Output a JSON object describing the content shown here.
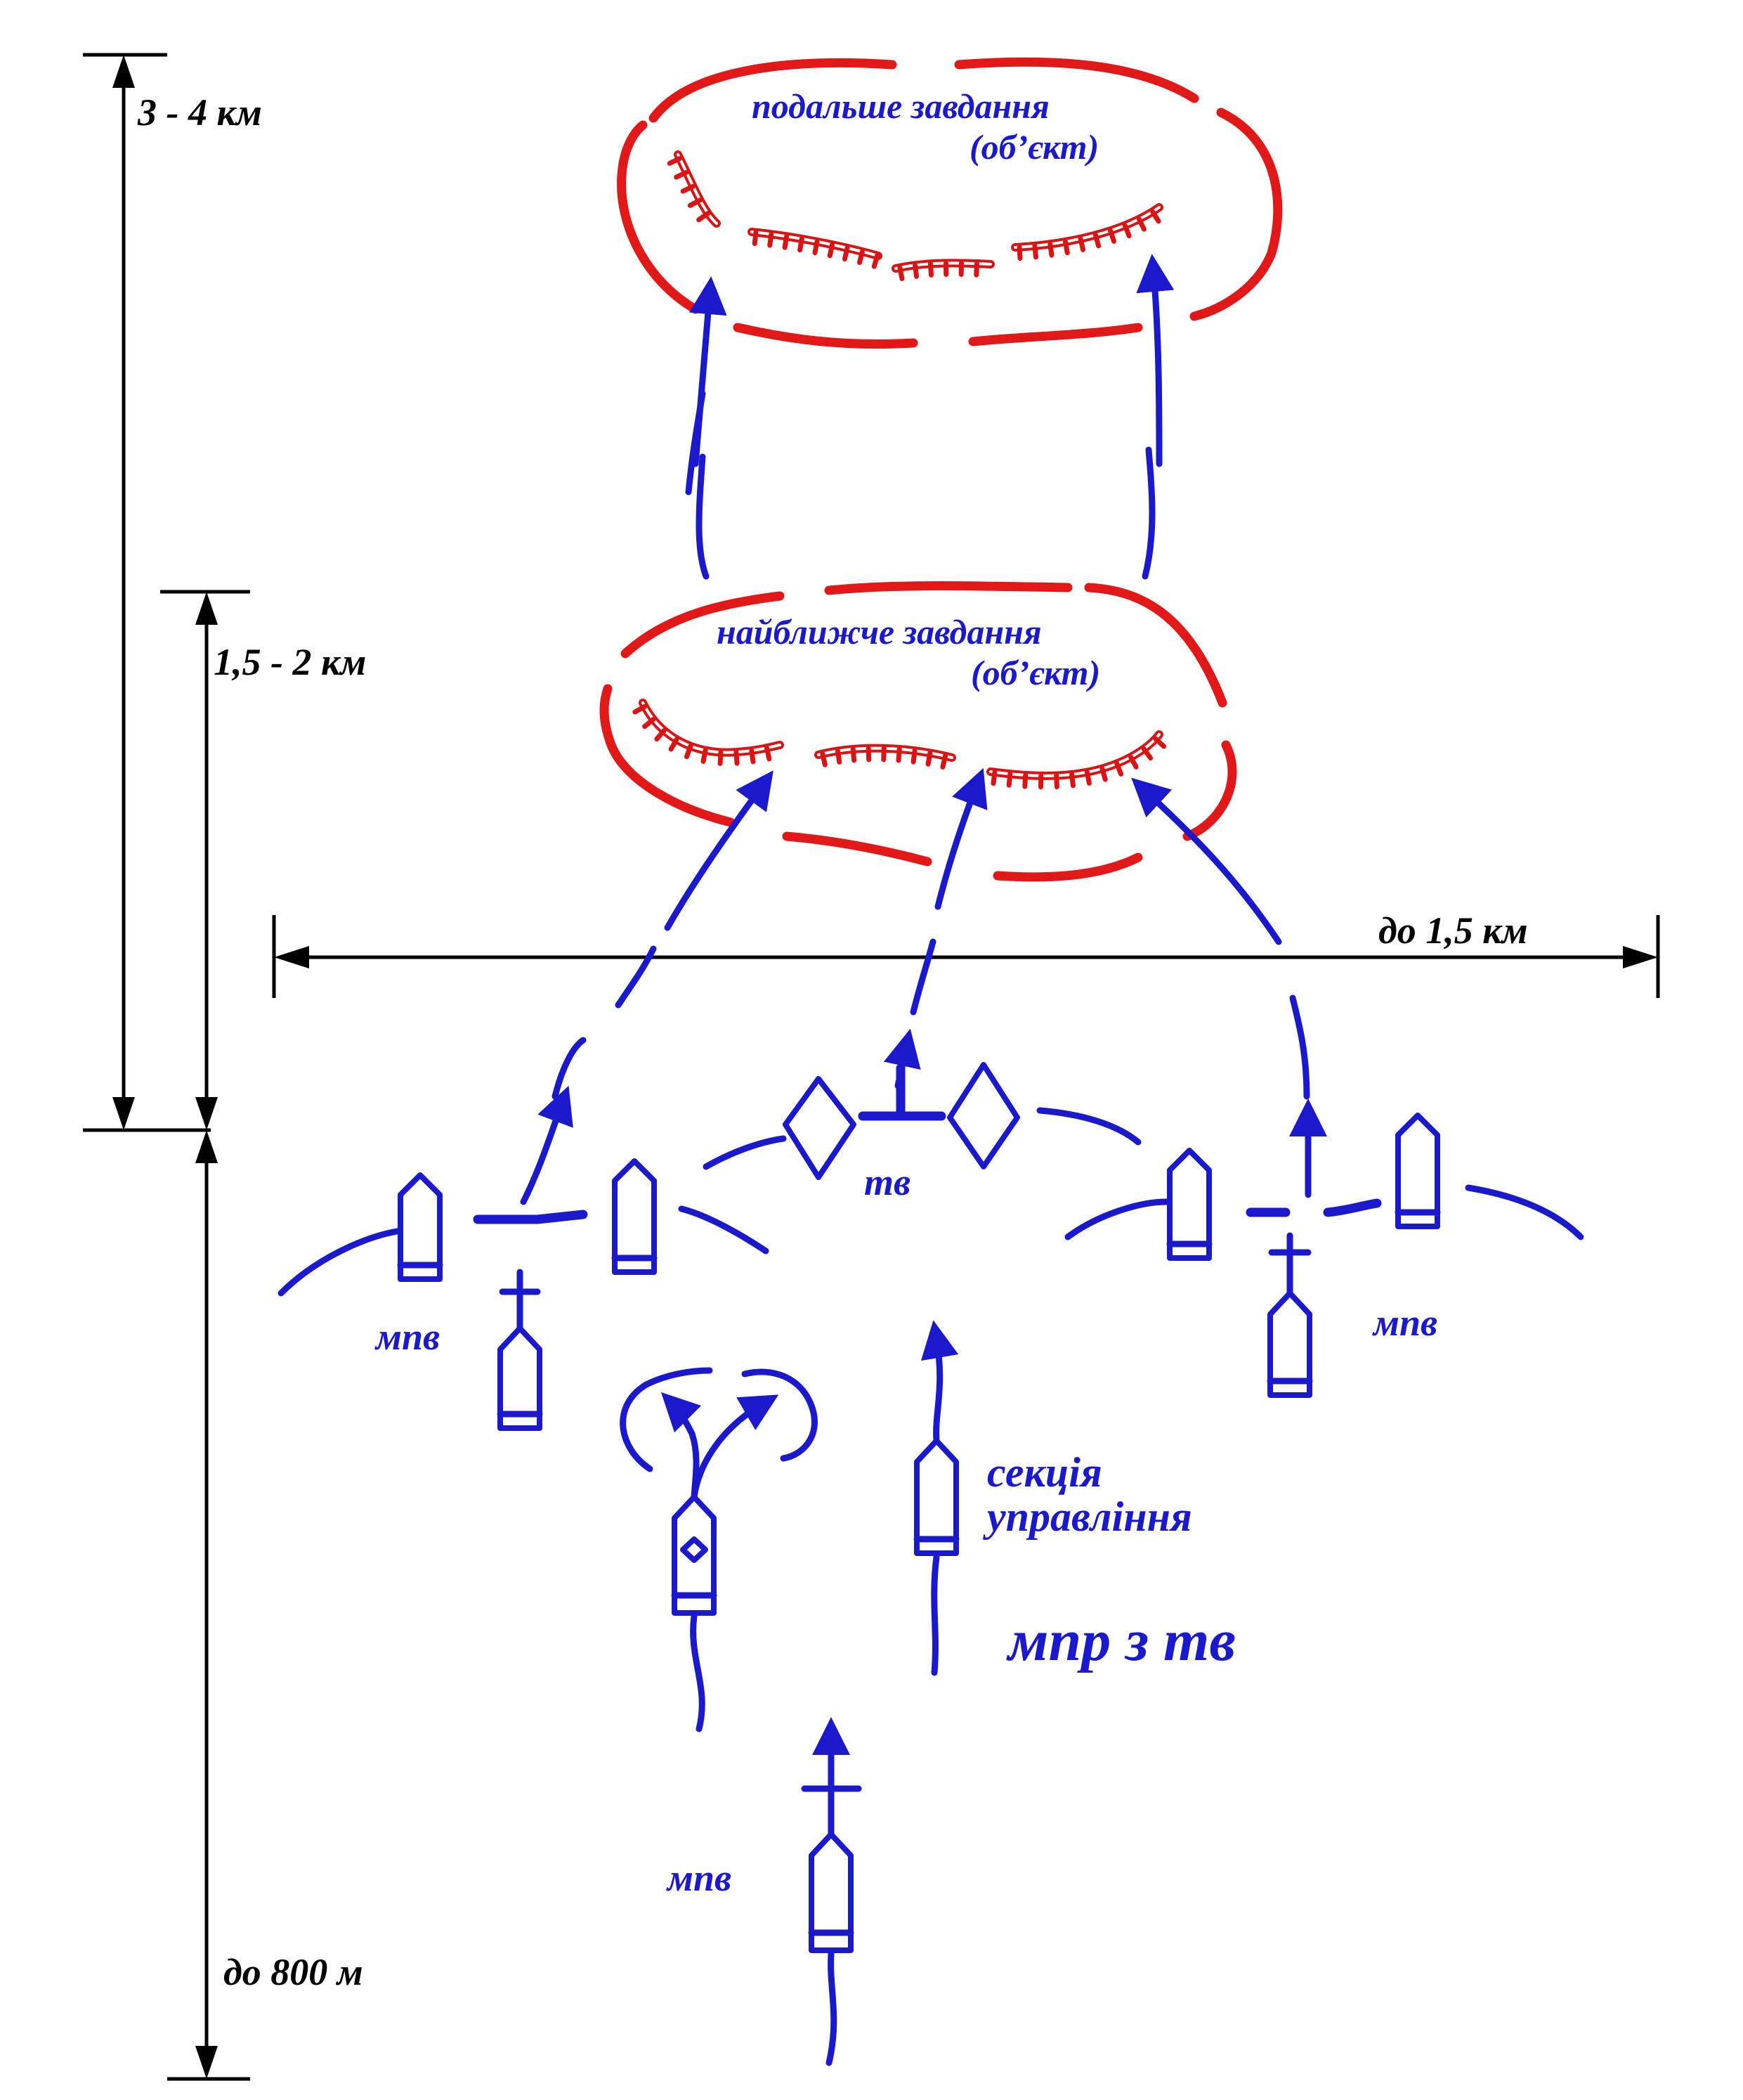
{
  "dimensions": {
    "depth_far": "3 - 4 км",
    "depth_near": "1,5 - 2 км",
    "front_width": "до 1,5 км",
    "rear_depth": "до 800 м"
  },
  "objectives": {
    "further": {
      "line1": "подальше завдання",
      "line2": "(об’єкт)"
    },
    "immediate": {
      "line1": "найближче завдання",
      "line2": "(об’єкт)"
    }
  },
  "units": {
    "tank_platoon": "тв",
    "mech_platoon_left": "мпв",
    "mech_platoon_right": "мпв",
    "mech_platoon_rear": "мпв",
    "control_section_line1": "секція",
    "control_section_line2": "управління",
    "company": "мпр з тв"
  },
  "colors": {
    "friendly": "#1a1acc",
    "enemy": "#e01818",
    "dimension": "#000000"
  }
}
